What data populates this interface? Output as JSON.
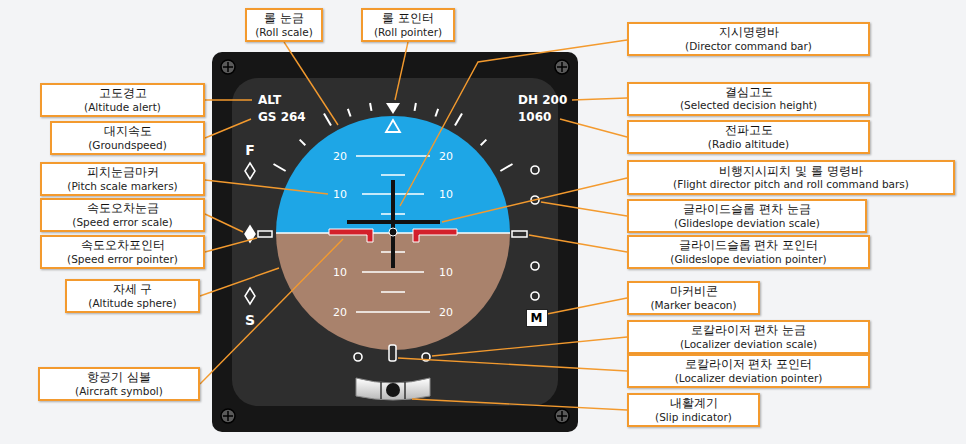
{
  "diagram": {
    "nodes": [
      {
        "text": [
          "롤 눈금",
          "(Roll scale)"
        ]
      },
      {
        "text": [
          "롤 포인터",
          "(Roll pointer)"
        ]
      },
      {
        "text": [
          "지시명령바",
          "(Director command bar)"
        ]
      },
      {
        "text": [
          "고도경고",
          "(Altitude alert)"
        ]
      },
      {
        "text": [
          "대지속도",
          "(Groundspeed)"
        ]
      },
      {
        "text": [
          "피치눈금마커",
          "(Pitch scale markers)"
        ]
      },
      {
        "text": [
          "속도오차눈금",
          "(Speed error scale)"
        ]
      },
      {
        "text": [
          "속도오차포인터",
          "(Speed error pointer)"
        ]
      },
      {
        "text": [
          "자세 구",
          "(Altitude sphere)"
        ]
      },
      {
        "text": [
          "항공기 심볼",
          "(Aircraft symbol)"
        ]
      },
      {
        "text": [
          "결심고도",
          "(Selected decision height)"
        ]
      },
      {
        "text": [
          "전파고도",
          "(Radio altitude)"
        ]
      },
      {
        "text": [
          "비행지시피치 및 롤 명령바",
          "(Flight director pitch and roll command bars)"
        ]
      },
      {
        "text": [
          "글라이드슬롭 편차 눈금",
          "(Glideslope deviation scale)"
        ]
      },
      {
        "text": [
          "글라이드슬롭 편차 포인터",
          "(Glideslope deviation pointer)"
        ]
      },
      {
        "text": [
          "마커비콘",
          "(Marker beacon)"
        ]
      },
      {
        "text": [
          "로칼라이저 편차 눈금",
          "(Localizer deviation scale)"
        ]
      },
      {
        "text": [
          "로칼라이저 편차 포인터",
          "(Localizer deviation pointer)"
        ]
      },
      {
        "text": [
          "내활계기",
          "(Slip indicator)"
        ]
      },
      {
        "text": [
          "M"
        ]
      }
    ],
    "labels": [
      "ALT",
      "DH 200",
      "GS 264",
      "1060",
      "F",
      "20",
      "20",
      "10",
      "10",
      "10",
      "10",
      "20",
      "20",
      "S"
    ]
  }
}
